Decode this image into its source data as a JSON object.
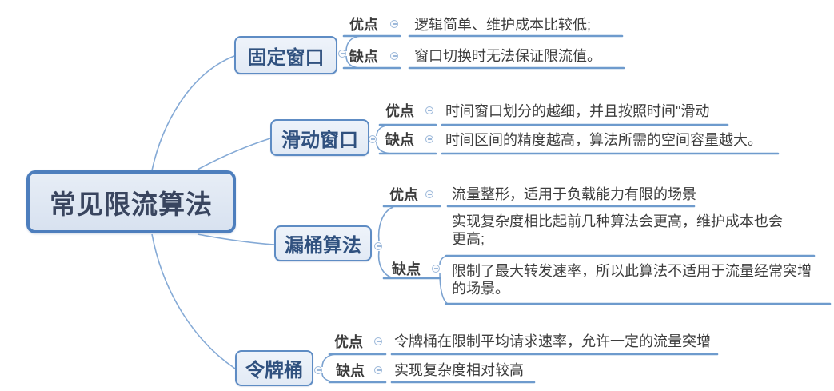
{
  "diagram_type": "mindmap",
  "colors": {
    "line_blue": "#6e9bcd",
    "curve_blue": "#85aad6",
    "node_border": "#4d7ebd",
    "branch_border": "#5e8cc4",
    "node_fill": "#dde6f3",
    "branch_fill": "#e9eff8",
    "root_text": "#39455f",
    "branch_text": "#30517f",
    "body_text": "#3d3d3d"
  },
  "icons": {
    "collapse": "minus-in-circle"
  },
  "root": {
    "label": "常见限流算法"
  },
  "branches": [
    {
      "label": "固定窗口",
      "pros": {
        "label": "优点",
        "items": [
          "逻辑简单、维护成本比较低;"
        ]
      },
      "cons": {
        "label": "缺点",
        "items": [
          "窗口切换时无法保证限流值。"
        ]
      }
    },
    {
      "label": "滑动窗口",
      "pros": {
        "label": "优点",
        "items": [
          "时间窗口划分的越细，并且按照时间\"滑动"
        ]
      },
      "cons": {
        "label": "缺点",
        "items": [
          "时间区间的精度越高，算法所需的空间容量越大。"
        ]
      }
    },
    {
      "label": "漏桶算法",
      "pros": {
        "label": "优点",
        "items": [
          "流量整形，适用于负载能力有限的场景"
        ]
      },
      "cons": {
        "label": "缺点",
        "items": [
          "实现复杂度相比起前几种算法会更高，维护成本也会更高;",
          "限制了最大转发速率，所以此算法不适用于流量经常突增的场景。"
        ]
      }
    },
    {
      "label": "令牌桶",
      "pros": {
        "label": "优点",
        "items": [
          "令牌桶在限制平均请求速率，允许一定的流量突增"
        ]
      },
      "cons": {
        "label": "缺点",
        "items": [
          "实现复杂度相对较高"
        ]
      }
    }
  ]
}
